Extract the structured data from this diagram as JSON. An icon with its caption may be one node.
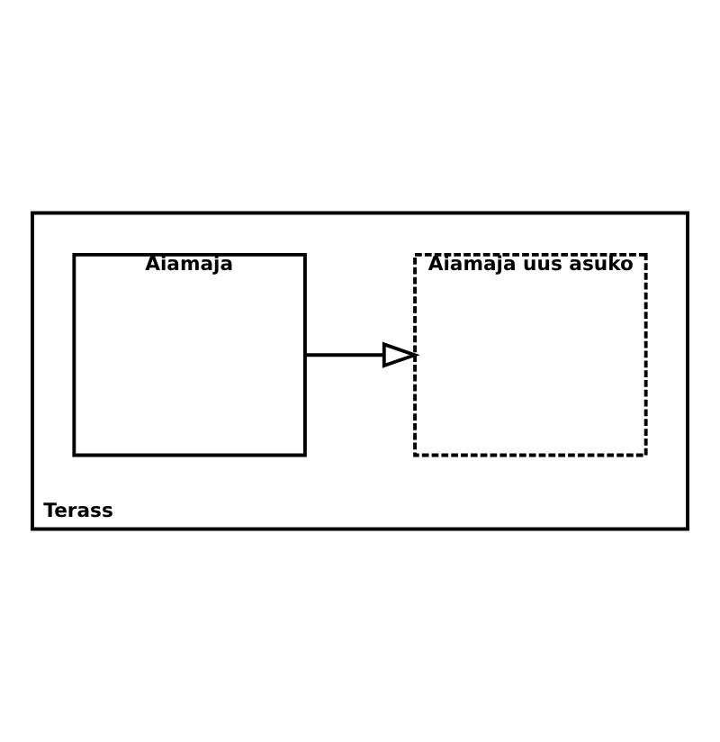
{
  "diagram": {
    "nodes": [
      {
        "text": [
          "Terass"
        ]
      },
      {
        "text": [
          "Aiamaja"
        ],
        "in": 0
      },
      {
        "text": [
          "Aiamaja uus asuko"
        ],
        "in": 0
      }
    ],
    "edges": [
      {
        "from": 1,
        "to": 2,
        "arrow": "to"
      }
    ]
  }
}
